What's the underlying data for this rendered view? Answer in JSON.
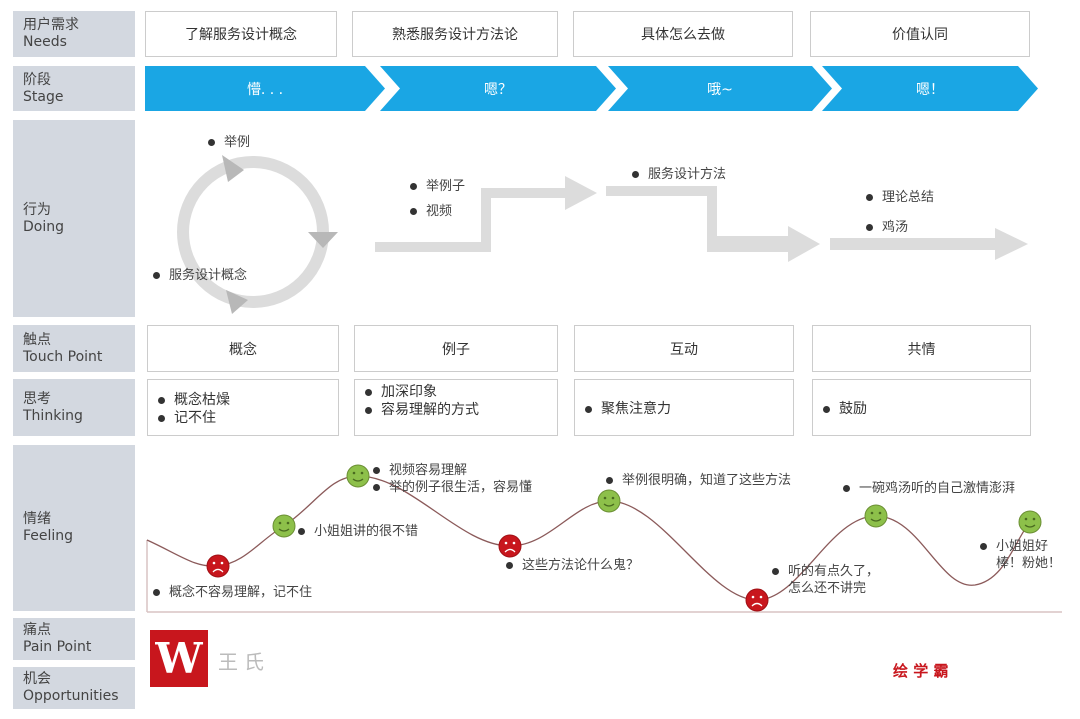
{
  "rows": {
    "needs": {
      "zh": "用户需求",
      "en": "Needs"
    },
    "stage": {
      "zh": "阶段",
      "en": "Stage"
    },
    "doing": {
      "zh": "行为",
      "en": "Doing"
    },
    "touch": {
      "zh": "触点",
      "en": "Touch Point"
    },
    "thinking": {
      "zh": "思考",
      "en": "Thinking"
    },
    "feeling": {
      "zh": "情绪",
      "en": "Feeling"
    },
    "pain": {
      "zh": "痛点",
      "en": "Pain Point"
    },
    "opp": {
      "zh": "机会",
      "en": "Opportunities"
    }
  },
  "needs": [
    "了解服务设计概念",
    "熟悉服务设计方法论",
    "具体怎么去做",
    "价值认同"
  ],
  "stages": [
    "懵. . .",
    "嗯？",
    "哦~",
    "嗯！"
  ],
  "stage_color": "#1aa6e4",
  "doing": [
    [
      "举例",
      "服务设计概念"
    ],
    [
      "举例子",
      "视频"
    ],
    [
      "服务设计方法"
    ],
    [
      "理论总结",
      "鸡汤"
    ]
  ],
  "touch_points": [
    "概念",
    "例子",
    "互动",
    "共情"
  ],
  "thinking": [
    [
      "概念枯燥",
      "记不住"
    ],
    [
      "加深印象",
      "容易理解的方式"
    ],
    [
      "聚焦注意力"
    ],
    [
      "鼓励"
    ]
  ],
  "feelings": [
    {
      "mood": "negative",
      "lines": [
        "概念不容易理解，记不住"
      ]
    },
    {
      "mood": "positive",
      "lines": [
        "小姐姐讲的很不错"
      ]
    },
    {
      "mood": "positive",
      "lines": [
        "视频容易理解",
        "举的例子很生活，容易懂"
      ]
    },
    {
      "mood": "negative",
      "lines": [
        "这些方法论什么鬼？"
      ]
    },
    {
      "mood": "positive",
      "lines": [
        "举例很明确，知道了这些方法"
      ]
    },
    {
      "mood": "negative",
      "lines": [
        "听的有点久了，",
        "怎么还不讲完"
      ]
    },
    {
      "mood": "positive",
      "lines": [
        "一碗鸡汤听的自己激情澎湃"
      ]
    },
    {
      "mood": "positive",
      "lines": [
        "小姐姐好",
        "棒！粉她！"
      ]
    }
  ],
  "colors": {
    "positive": "#8dc04a",
    "negative": "#c8161d",
    "curve": "#8b5a5a"
  },
  "watermark": {
    "logo": "W",
    "brand": "王氏",
    "footer": "绘 学 霸"
  }
}
